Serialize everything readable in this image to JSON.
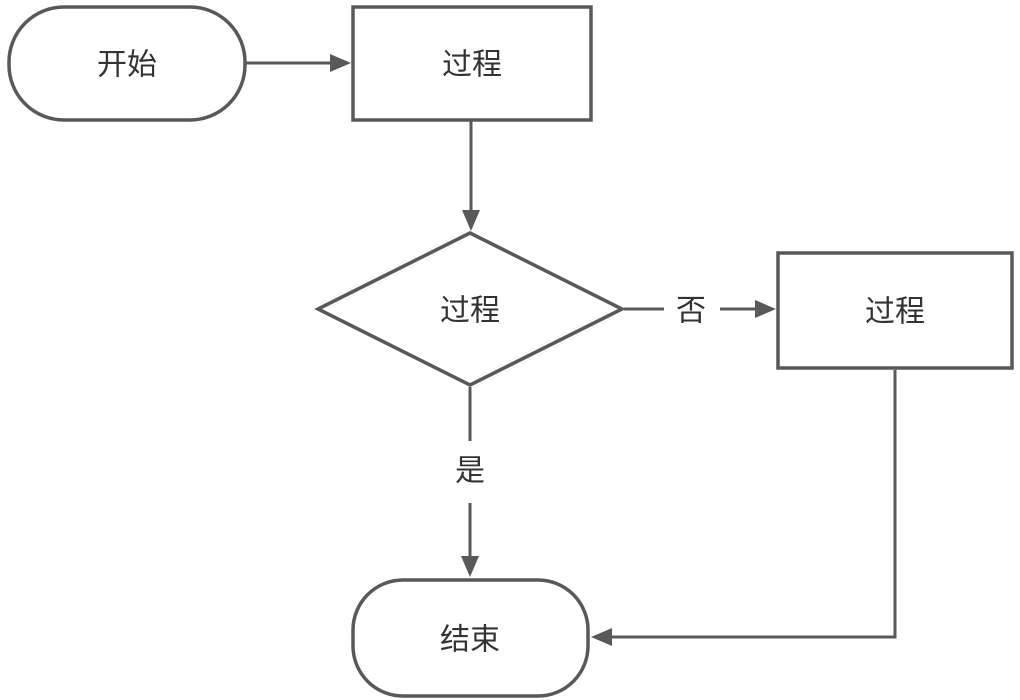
{
  "diagram": {
    "type": "flowchart",
    "background": "#ffffff",
    "colors": {
      "shape_stroke": "#595959",
      "shape_fill": "#ffffff",
      "connector_stroke": "#595959",
      "arrowhead_fill": "#595959",
      "label_text": "#333333"
    },
    "nodes": {
      "start": {
        "label": "开始",
        "type": "terminator"
      },
      "process_top": {
        "label": "过程",
        "type": "process"
      },
      "decision": {
        "label": "过程",
        "type": "decision"
      },
      "process_right": {
        "label": "过程",
        "type": "process"
      },
      "end": {
        "label": "结束",
        "type": "terminator"
      }
    },
    "edges": {
      "start_to_process": {
        "label": ""
      },
      "process_to_decision": {
        "label": ""
      },
      "decision_to_right": {
        "label": "否"
      },
      "decision_to_end": {
        "label": "是"
      },
      "right_to_end": {
        "label": ""
      }
    }
  }
}
